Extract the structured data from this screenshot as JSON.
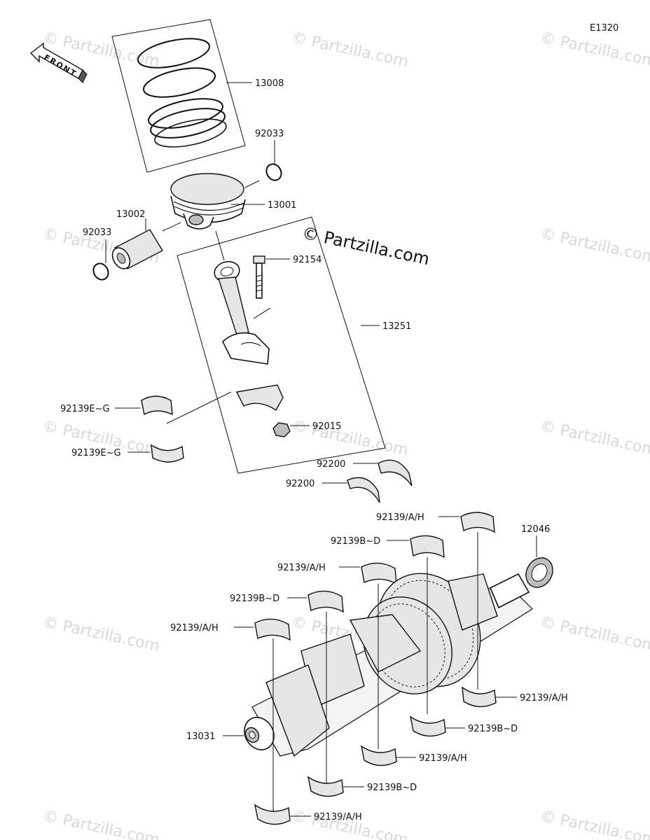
{
  "diagram_code": "E1320",
  "front_label": "FRONT",
  "watermark_main": "© Partzilla.com",
  "watermark_faint": "© Partzilla.com",
  "labels": {
    "l13008": "13008",
    "l92033a": "92033",
    "l13001": "13001",
    "l13002": "13002",
    "l92033b": "92033",
    "l92154": "92154",
    "l13251": "13251",
    "l92139eg1": "92139E~G",
    "l92139eg2": "92139E~G",
    "l92015": "92015",
    "l92200a": "92200",
    "l92200b": "92200",
    "l92139ah1": "92139/A/H",
    "l92139bd1": "92139B~D",
    "l12046": "12046",
    "l92139ah2": "92139/A/H",
    "l92139bd2": "92139B~D",
    "l92139ah3": "92139/A/H",
    "l13031": "13031",
    "l92139ah4": "92139/A/H",
    "l92139bd3": "92139B~D",
    "l92139ah5": "92139/A/H",
    "l92139bd4": "92139B~D",
    "l92139ah6": "92139/A/H"
  }
}
